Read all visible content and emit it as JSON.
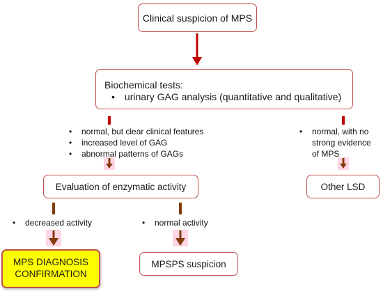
{
  "nodes": {
    "suspicion": "Clinical suspicion of MPS",
    "biochem_title": "Biochemical tests:",
    "biochem_bullet": "urinary GAG analysis (quantitative and qualitative)",
    "enzymatic": "Evaluation of enzymatic activity",
    "other_lsd": "Other LSD",
    "mpsps": "MPSPS suspicion",
    "diagnosis_line1": "MPS DIAGNOSIS",
    "diagnosis_line2": "CONFIRMATION"
  },
  "conditions": {
    "left": [
      "normal, but clear clinical features",
      "increased level of GAG",
      "abnormal patterns of GAGs"
    ],
    "right": [
      "normal, with no strong evidence of MPS"
    ],
    "decreased": [
      "decreased activity"
    ],
    "normal_activity": [
      "normal activity"
    ]
  },
  "colors": {
    "box_border": "#c0504d",
    "main_arrow": "#c00000",
    "branch_arrow": "#843c0c",
    "arrow_glow": "#ffd6e6",
    "highlight_fill": "#ffff00"
  }
}
